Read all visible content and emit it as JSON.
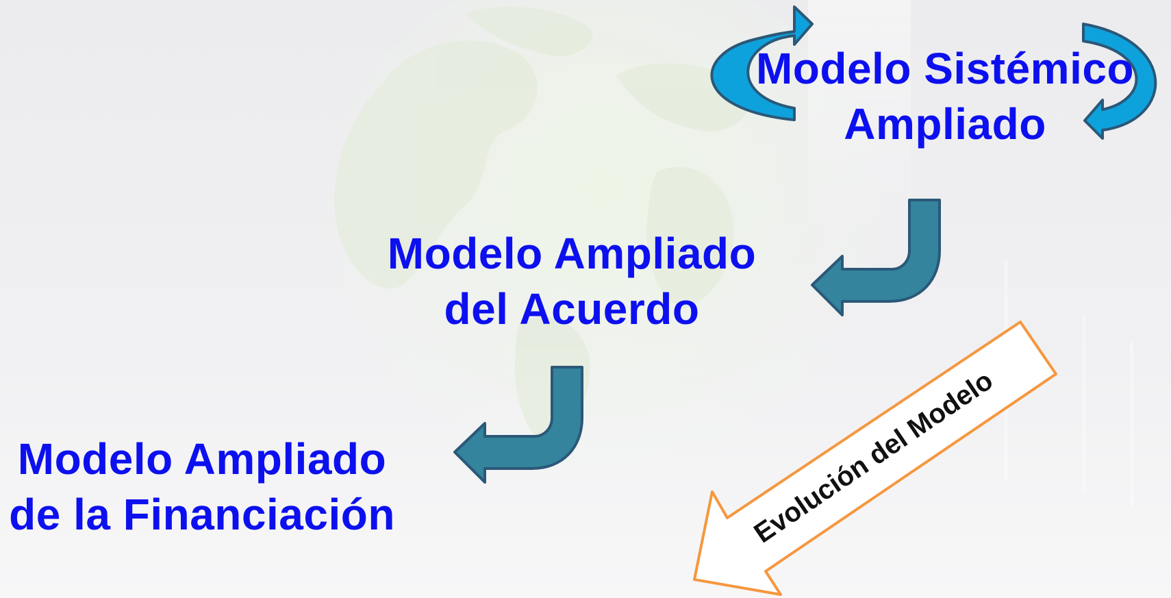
{
  "nodes": {
    "sistemico": [
      "Modelo Sistémico",
      "Ampliado"
    ],
    "acuerdo": [
      "Modelo Ampliado",
      "del Acuerdo"
    ],
    "financiacion": [
      "Modelo Ampliado",
      "de la Financiación"
    ]
  },
  "evolution_arrow_label": "Evolución del Modelo",
  "colors": {
    "label_text": "#0d10ee",
    "step_arrow_fill": "#33849c",
    "step_arrow_stroke": "#2b5878",
    "cycle_arrow_fill": "#0ea2dd",
    "cycle_arrow_stroke": "#2b5878",
    "evolution_arrow_stroke": "#f5973f"
  }
}
